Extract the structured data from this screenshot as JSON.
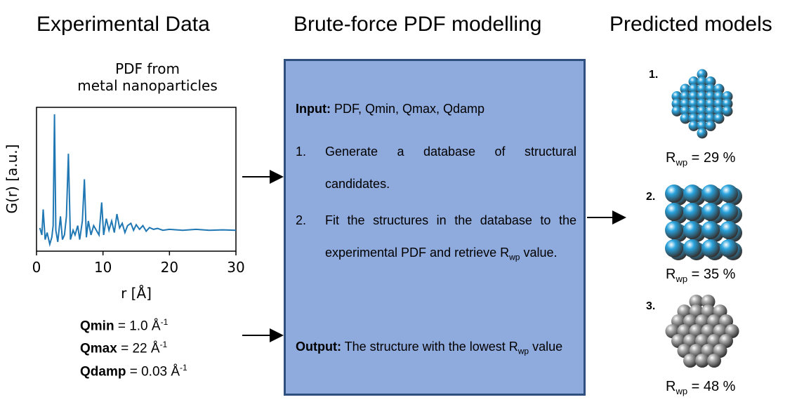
{
  "headers": {
    "left": "Experimental Data",
    "center": "Brute-force PDF modelling",
    "right": "Predicted models"
  },
  "plot": {
    "title_line1": "PDF from",
    "title_line2": "metal nanoparticles",
    "xlabel": "r [Å]",
    "ylabel": "G(r) [a.u.]",
    "x_ticks": [
      "0",
      "10",
      "20",
      "30"
    ],
    "line_color": "#1f77b4"
  },
  "chart_data": {
    "type": "line",
    "xlabel": "r [Å]",
    "ylabel": "G(r) [a.u.]",
    "xlim": [
      0,
      30
    ],
    "x_ticks": [
      0,
      10,
      20,
      30
    ],
    "y_ticks_shown": false,
    "series": [
      {
        "x": [
          0.5,
          0.8,
          1.0,
          1.3,
          1.6,
          2.0,
          2.3,
          2.5,
          2.7,
          2.9,
          3.2,
          3.6,
          3.9,
          4.2,
          4.5,
          4.8,
          5.1,
          5.5,
          5.8,
          6.2,
          6.5,
          6.9,
          7.2,
          7.5,
          7.8,
          8.2,
          8.6,
          9.0,
          9.4,
          9.8,
          10.1,
          10.5,
          10.9,
          11.3,
          11.7,
          12.1,
          12.5,
          12.9,
          13.3,
          13.7,
          14.2,
          14.6,
          15.0,
          15.5,
          16.0,
          16.5,
          17.0,
          17.6,
          18.2,
          19.0,
          20,
          22,
          24,
          26,
          28,
          30
        ],
        "y": [
          0.05,
          -0.1,
          0.45,
          -0.2,
          -0.05,
          -0.3,
          -0.15,
          0.1,
          2.5,
          0.0,
          -0.25,
          0.3,
          -0.2,
          -0.1,
          0.3,
          1.65,
          -0.2,
          0.0,
          -0.1,
          0.1,
          -0.2,
          0.2,
          1.1,
          -0.15,
          0.2,
          -0.1,
          0.1,
          0.0,
          -0.1,
          0.6,
          -0.1,
          0.25,
          0.0,
          0.2,
          -0.05,
          0.35,
          0.05,
          0.15,
          -0.05,
          0.1,
          0.15,
          0.0,
          0.12,
          0.02,
          0.1,
          -0.02,
          0.06,
          0.02,
          0.04,
          0.0,
          0.02,
          0.0,
          0.02,
          0.0,
          0.01,
          0.0
        ]
      }
    ]
  },
  "params": [
    {
      "label": "Qmin",
      "value": " = 1.0 Å",
      "exp": "-1"
    },
    {
      "label": "Qmax",
      "value": " = 22 Å",
      "exp": "-1"
    },
    {
      "label": "Qdamp",
      "value": " = 0.03 Å",
      "exp": "-1"
    }
  ],
  "box": {
    "input_label": "Input:",
    "input_text": " PDF, Qmin, Qmax, Qdamp",
    "step1_num": "1.",
    "step1_text": "Generate a database of structural candidates.",
    "step2_num": "2.",
    "step2_text_a": "Fit the structures in the database to the experimental PDF and retrieve R",
    "step2_sub": "wp",
    "step2_text_b": " value.",
    "output_label": "Output:",
    "output_text": " The structure with the lowest R",
    "output_sub": "wp",
    "output_text_b": " value",
    "fill_color": "#8faadc",
    "border_color": "#2f4f7f"
  },
  "models": [
    {
      "num": "1.",
      "rwp_main": "R",
      "rwp_sub": "wp",
      "rwp_value": " = 29 %",
      "color": "#29a3dd",
      "shape": "icosahedral"
    },
    {
      "num": "2.",
      "rwp_main": "R",
      "rwp_sub": "wp",
      "rwp_value": " = 35 %",
      "color": "#29a3dd",
      "shape": "cubic"
    },
    {
      "num": "3.",
      "rwp_main": "R",
      "rwp_sub": "wp",
      "rwp_value": " = 48 %",
      "color": "#a9a9a9",
      "shape": "decahedral"
    }
  ]
}
